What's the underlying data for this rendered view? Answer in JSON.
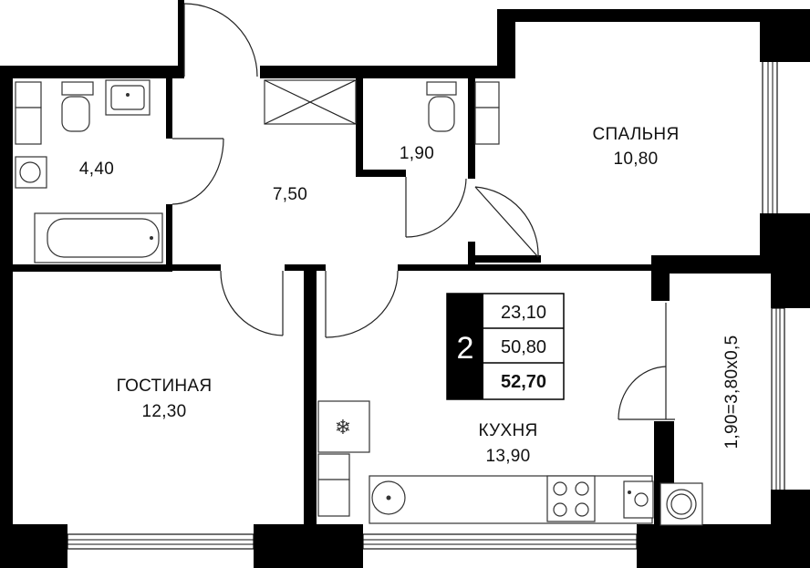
{
  "rooms": {
    "bathroom": {
      "area": "4,40"
    },
    "hall": {
      "area": "7,50"
    },
    "wc": {
      "area": "1,90"
    },
    "bedroom": {
      "name": "СПАЛЬНЯ",
      "area": "10,80"
    },
    "living": {
      "name": "ГОСТИНАЯ",
      "area": "12,30"
    },
    "kitchen": {
      "name": "КУХНЯ",
      "area": "13,90"
    },
    "balcony": {
      "dims": "1,90=3,80x0,5"
    }
  },
  "badge": {
    "rooms_count": "2",
    "living_area": "23,10",
    "total_area": "50,80",
    "total_with_balcony": "52,70"
  },
  "colors": {
    "walls": "#000000",
    "background": "#ffffff"
  }
}
